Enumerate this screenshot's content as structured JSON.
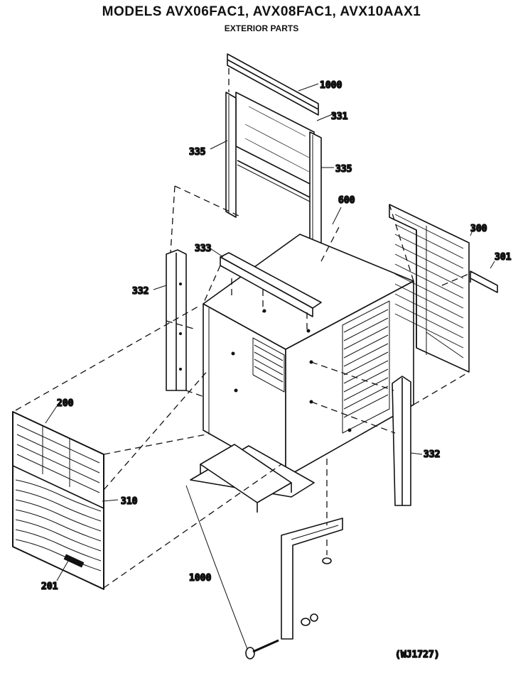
{
  "header": {
    "title": "MODELS AVX06FAC1, AVX08FAC1, AVX10AAX1",
    "subtitle": "EXTERIOR PARTS"
  },
  "callouts": {
    "top_cover": "1000",
    "top_angle": "331",
    "side_rail_left": "335",
    "side_rail_right": "335",
    "cabinet": "600",
    "rear_grille": "300",
    "rear_bracket": "301",
    "top_channel": "333",
    "side_strip_left": "332",
    "side_strip_right": "332",
    "front_panel": "200",
    "front_louver": "310",
    "front_label": "201",
    "mounting_kit": "1000"
  },
  "reference_code": "(WJ1727)"
}
